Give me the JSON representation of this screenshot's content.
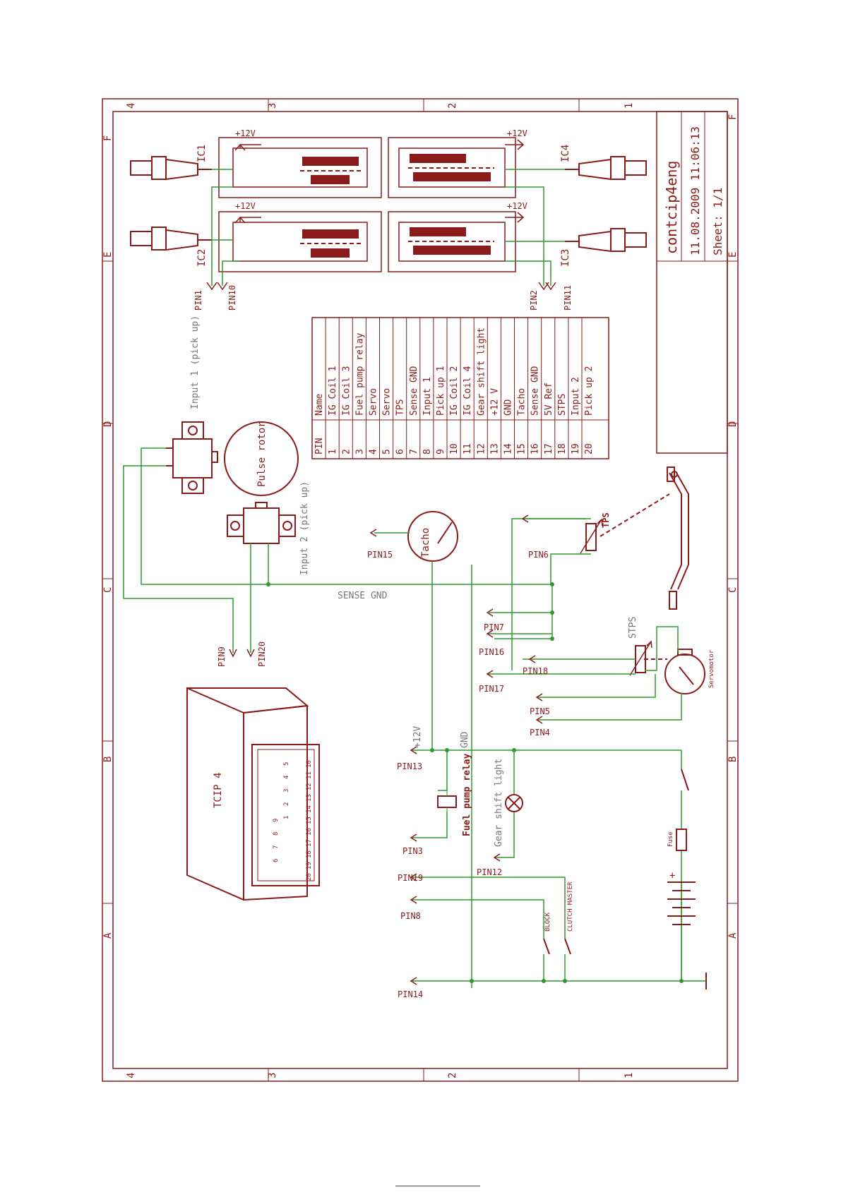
{
  "title_block": {
    "name": "contcip4eng",
    "datetime": "11.08.2009 11:06:13",
    "sheet": "Sheet: 1/1"
  },
  "frame": {
    "cols": [
      "4",
      "3",
      "2",
      "1"
    ],
    "rows": [
      "F",
      "E",
      "D",
      "C",
      "B",
      "A"
    ]
  },
  "ignition": {
    "coils": [
      "IC1",
      "IC2",
      "IC3",
      "IC4"
    ],
    "supply": "+12V",
    "pins": [
      "PIN1",
      "PIN10",
      "PIN2",
      "PIN11"
    ]
  },
  "pin_table": {
    "headers": [
      "PIN",
      "Name"
    ],
    "rows": [
      [
        "1",
        "IG Coil 1"
      ],
      [
        "2",
        "IG Coil 3"
      ],
      [
        "3",
        "Fuel pump relay"
      ],
      [
        "4",
        "Servo"
      ],
      [
        "5",
        "Servo"
      ],
      [
        "6",
        "TPS"
      ],
      [
        "7",
        "Sense GND"
      ],
      [
        "8",
        "Input 1"
      ],
      [
        "9",
        "Pick up 1"
      ],
      [
        "10",
        "IG Coil 2"
      ],
      [
        "11",
        "IG Coil 4"
      ],
      [
        "12",
        "Gear shift light"
      ],
      [
        "13",
        "+12 V"
      ],
      [
        "14",
        "GND"
      ],
      [
        "15",
        "Tacho"
      ],
      [
        "16",
        "Sense GND"
      ],
      [
        "17",
        "5V Ref"
      ],
      [
        "18",
        "STPS"
      ],
      [
        "19",
        "Input 2"
      ],
      [
        "20",
        "Pick up 2"
      ]
    ]
  },
  "sensors": {
    "input1": "Input 1 (pick up)",
    "input2": "Input 2 (pick up)",
    "pulse_rotor": "Pulse rotor",
    "tacho": "Tacho",
    "tps": "TPS",
    "stps": "STPS",
    "servomotor": "Servomotor",
    "sense_gnd": "SENSE GND"
  },
  "pin_labels": {
    "p15": "PIN15",
    "p6": "PIN6",
    "p7": "PIN7",
    "p16": "PIN16",
    "p18": "PIN18",
    "p17": "PIN17",
    "p5": "PIN5",
    "p4": "PIN4",
    "p9": "PIN9",
    "p20": "PIN20",
    "p13": "PIN13",
    "p3": "PIN3",
    "p12": "PIN12",
    "p19": "PIN19",
    "p8": "PIN8",
    "p14": "PIN14"
  },
  "power": {
    "v12": "+12V",
    "gnd": "GND",
    "relay": "Fuel pump relay",
    "lamp": "Gear shift light",
    "fuse": "Fuse",
    "plus": "+",
    "block": "BLOCK",
    "clutch": "CLUTCH MASTER"
  },
  "ecu": {
    "name": "TCIP 4",
    "conn_rows": [
      [
        "5",
        "4",
        "3",
        "2",
        "1"
      ],
      [
        "9",
        "8",
        "7",
        "6"
      ],
      [
        "20",
        "19",
        "18",
        "17",
        "16",
        "15",
        "14",
        "13",
        "12",
        "11",
        "10"
      ]
    ]
  }
}
